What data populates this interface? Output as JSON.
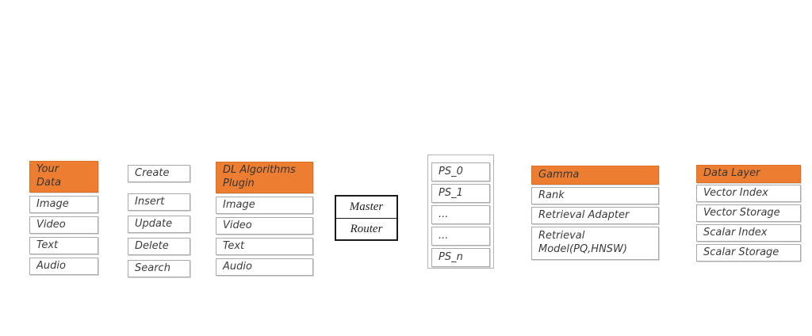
{
  "colors": {
    "accent_orange": "#ED7D31",
    "orange_border": "#DD6F20",
    "cell_border": "#A9A9A9",
    "master_border": "#1B1B1B",
    "text": "#3B3B3B",
    "background": "#FFFFFF"
  },
  "boxes": {
    "your_data": {
      "header": "Your\nData",
      "items": [
        "Image",
        "Video",
        "Text",
        "Audio"
      ]
    },
    "crud": {
      "items": [
        "Create",
        "Insert",
        "Update",
        "Delete",
        "Search"
      ]
    },
    "dl_plugin": {
      "header": "DL Algorithms\nPlugin",
      "items": [
        "Image",
        "Video",
        "Text",
        "Audio"
      ]
    },
    "master_router": {
      "items": [
        "Master",
        "Router"
      ]
    },
    "ps_group": {
      "items": [
        "PS_0",
        "PS_1",
        "...",
        "...",
        "PS_n"
      ]
    },
    "gamma": {
      "header": "Gamma",
      "items": [
        "Rank",
        "Retrieval Adapter",
        "Retrieval\nModel(PQ,HNSW)"
      ]
    },
    "data_layer": {
      "header": "Data Layer",
      "items": [
        "Vector Index",
        "Vector Storage",
        "Scalar Index",
        "Scalar Storage"
      ]
    }
  }
}
